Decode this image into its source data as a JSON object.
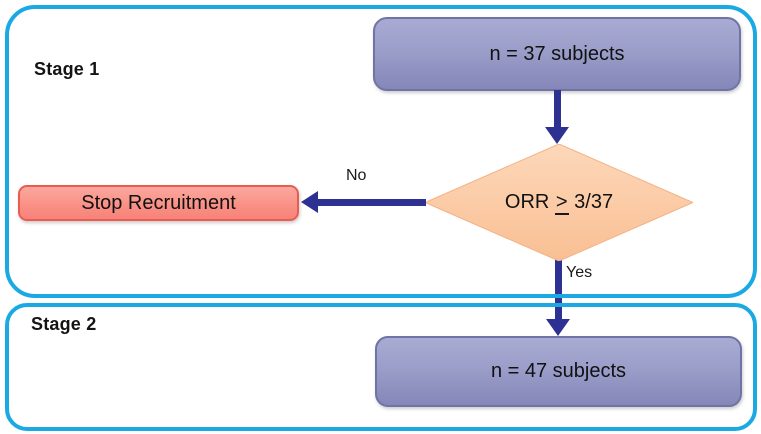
{
  "stages": {
    "stage1_label": "Stage 1",
    "stage2_label": "Stage 2"
  },
  "nodes": {
    "n37_label": "n = 37 subjects",
    "decision_prefix": "ORR ",
    "decision_operator": ">",
    "decision_suffix": " 3/37",
    "stop_label": "Stop Recruitment",
    "n47_label": "n = 47 subjects"
  },
  "edges": {
    "no_label": "No",
    "yes_label": "Yes"
  },
  "colors": {
    "panel_border": "#1BA9E4",
    "arrow": "#2D3292",
    "subject_node_fill_top": "#A8ABD2",
    "subject_node_fill_bottom": "#8487B8",
    "subject_node_border": "#6F73A6",
    "stop_node_fill_top": "#FBA89F",
    "stop_node_fill_bottom": "#F8837A",
    "stop_node_border": "#E85C52",
    "decision_fill_top": "#FDD8BA",
    "decision_fill_bottom": "#F9BF93",
    "text": "#111111"
  }
}
